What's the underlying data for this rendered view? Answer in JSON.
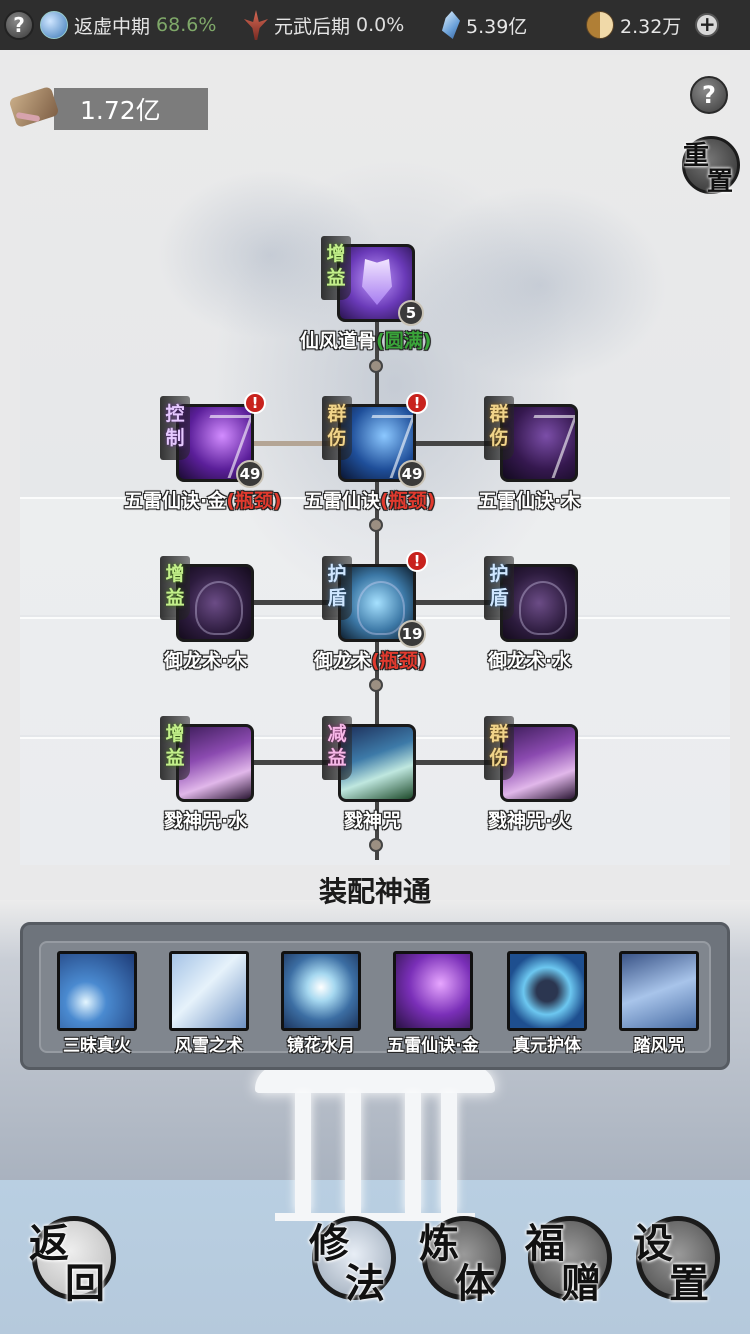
{
  "topbar": {
    "help_icon": "question-icon",
    "realm": {
      "icon": "taiji-icon",
      "label": "返虚中期",
      "percent": "68.6%"
    },
    "martial": {
      "icon": "spike-icon",
      "label": "元武后期",
      "percent": "0.0%"
    },
    "spirit_stone": {
      "icon": "crystal-icon",
      "value": "5.39亿"
    },
    "jade": {
      "icon": "yinyang-icon",
      "value": "2.32万"
    },
    "add_icon": "plus-icon"
  },
  "currency": {
    "icon": "scroll-icon",
    "value": "1.72亿"
  },
  "help_button": "?",
  "reset_button": {
    "char1": "重",
    "char2": "置"
  },
  "skill_tree": {
    "root": {
      "tag": "增益",
      "tag_type": "buff",
      "level": "5",
      "name": "仙风道骨",
      "status": "(圆满)",
      "status_color": "#3aa43a"
    },
    "rows": [
      {
        "nodes": [
          {
            "tag": "控制",
            "tag_type": "ctrl",
            "level": "49",
            "alert": "!",
            "name": "五雷仙诀·金",
            "status": "(瓶颈)"
          },
          {
            "tag": "群伤",
            "tag_type": "aoe",
            "level": "49",
            "alert": "!",
            "name": "五雷仙诀",
            "status": "(瓶颈)"
          },
          {
            "tag": "群伤",
            "tag_type": "aoe",
            "level": "",
            "alert": "",
            "name": "五雷仙诀·木",
            "status": ""
          }
        ]
      },
      {
        "nodes": [
          {
            "tag": "增益",
            "tag_type": "buff",
            "level": "",
            "alert": "",
            "name": "御龙术·木",
            "status": ""
          },
          {
            "tag": "护盾",
            "tag_type": "shield",
            "level": "19",
            "alert": "!",
            "name": "御龙术",
            "status": "(瓶颈)"
          },
          {
            "tag": "护盾",
            "tag_type": "shield",
            "level": "",
            "alert": "",
            "name": "御龙术·水",
            "status": ""
          }
        ]
      },
      {
        "nodes": [
          {
            "tag": "增益",
            "tag_type": "buff",
            "level": "",
            "alert": "",
            "name": "戮神咒·水",
            "status": ""
          },
          {
            "tag": "减益",
            "tag_type": "debuff",
            "level": "",
            "alert": "",
            "name": "戮神咒",
            "status": ""
          },
          {
            "tag": "群伤",
            "tag_type": "aoe",
            "level": "",
            "alert": "",
            "name": "戮神咒·火",
            "status": ""
          }
        ]
      }
    ],
    "status_color": "#e23a2e"
  },
  "equip": {
    "title": "装配神通",
    "slots": [
      {
        "name": "三昧真火"
      },
      {
        "name": "风雪之术"
      },
      {
        "name": "镜花水月"
      },
      {
        "name": "五雷仙诀·金"
      },
      {
        "name": "真元护体"
      },
      {
        "name": "踏风咒"
      }
    ]
  },
  "nav": {
    "back": {
      "c1": "返",
      "c2": "回"
    },
    "cultivate": {
      "c1": "修",
      "c2": "法"
    },
    "body": {
      "c1": "炼",
      "c2": "体"
    },
    "gift": {
      "c1": "福",
      "c2": "赠"
    },
    "settings": {
      "c1": "设",
      "c2": "置"
    }
  }
}
